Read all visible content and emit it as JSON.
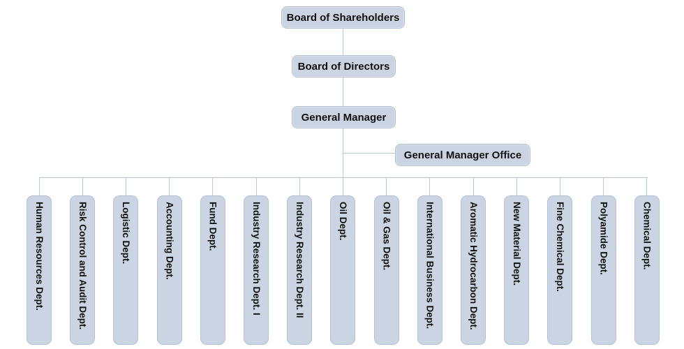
{
  "chart": {
    "type": "org-chart",
    "nodes": {
      "shareholders": "Board of Shareholders",
      "directors": "Board of Directors",
      "general_manager": "General Manager",
      "gm_office": "General Manager Office"
    },
    "departments": [
      "Human Resources Dept.",
      "Risk Control and Audit Dept.",
      "Logistic Dept.",
      "Accounting Dept.",
      "Fund Dept.",
      "Industry Research Dept. I",
      "Industry Research Dept. II",
      "Oil Dept.",
      "Oil & Gas Dept.",
      "International Business Dept.",
      "Aromatic Hydrocarbon Dept.",
      "New Material Dept.",
      "Fine Chemical Dept.",
      "Polyamide Dept.",
      "Chemical Dept."
    ],
    "colors": {
      "box_fill": "#cbd4e2",
      "box_border": "#b4c1d5",
      "connector": "#b9c8dd",
      "text": "#111111",
      "background": "#ffffff"
    }
  }
}
